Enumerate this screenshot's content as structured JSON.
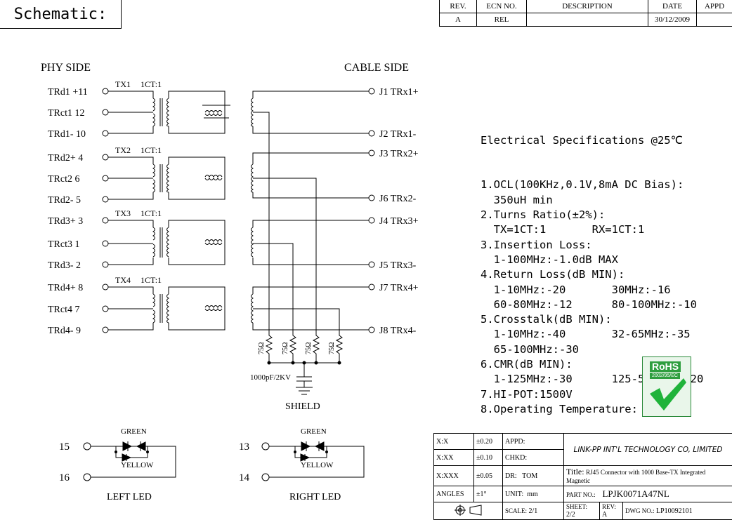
{
  "header": {
    "schematic_label": "Schematic:"
  },
  "revision_table": {
    "headers": [
      "REV.",
      "ECN NO.",
      "DESCRIPTION",
      "DATE",
      "APPD"
    ],
    "row": [
      "A",
      "REL",
      "",
      "30/12/2009",
      ""
    ]
  },
  "schematic": {
    "phy_side": "PHY SIDE",
    "cable_side": "CABLE SIDE",
    "transformers": [
      {
        "name": "TX1",
        "ratio": "1CT:1"
      },
      {
        "name": "TX2",
        "ratio": "1CT:1"
      },
      {
        "name": "TX3",
        "ratio": "1CT:1"
      },
      {
        "name": "TX4",
        "ratio": "1CT:1"
      }
    ],
    "phy_pins": [
      "TRd1 +11",
      "TRct1 12",
      "TRd1- 10",
      "TRd2+ 4",
      "TRct2 6",
      "TRd2- 5",
      "TRd3+ 3",
      "TRct3 1",
      "TRd3- 2",
      "TRd4+ 8",
      "TRct4 7",
      "TRd4- 9"
    ],
    "cable_pins": [
      "J1 TRx1+",
      "J2 TRx1-",
      "J3 TRx2+",
      "J6 TRx2-",
      "J4 TRx3+",
      "J5 TRx3-",
      "J7 TRx4+",
      "J8 TRx4-"
    ],
    "resistors": [
      "75Ω",
      "75Ω",
      "75Ω",
      "75Ω"
    ],
    "capacitor": "1000pF/2KV",
    "shield": "SHIELD"
  },
  "leds": {
    "left": {
      "pin_top": "15",
      "pin_bottom": "16",
      "color_top": "GREEN",
      "color_bottom": "YELLOW",
      "label": "LEFT LED"
    },
    "right": {
      "pin_top": "13",
      "pin_bottom": "14",
      "color_top": "GREEN",
      "color_bottom": "YELLOW",
      "label": "RIGHT LED"
    }
  },
  "specs": {
    "title": "Electrical Specifications @25℃",
    "lines": [
      "1.OCL(100KHz,0.1V,8mA DC Bias):",
      "  350uH min",
      "2.Turns Ratio(±2%):",
      "  TX=1CT:1       RX=1CT:1",
      "3.Insertion Loss:",
      "  1-100MHz:-1.0dB MAX",
      "4.Return Loss(dB MIN):",
      "  1-10MHz:-20       30MHz:-16",
      "  60-80MHz:-12      80-100MHz:-10",
      "5.Crosstalk(dB MIN):",
      "  1-10MHz:-40       32-65MHz:-35",
      "  65-100MHz:-30",
      "6.CMR(dB MIN):",
      "  1-125MHz:-30      125-500MHz:-20",
      "7.HI-POT:1500V",
      "8.Operating Temperature: 0~70℃."
    ]
  },
  "rohs": {
    "text": "RoHS",
    "sub": "2002/95/EC"
  },
  "title_block": {
    "tolerances": [
      {
        "label": "X:X",
        "value": "±0.20"
      },
      {
        "label": "X:XX",
        "value": "±0.10"
      },
      {
        "label": "X:XXX",
        "value": "±0.05"
      },
      {
        "label": "ANGLES",
        "value": "±1°"
      }
    ],
    "appd": "APPD:",
    "chkd": "CHKD:",
    "dr_label": "DR:",
    "dr_value": "TOM",
    "unit_label": "UNIT:",
    "unit_value": "mm",
    "company": "LINK-PP INT'L TECHNOLOGY CO, LIMITED",
    "title_label": "Title:",
    "title_value": "RJ45 Connector with 1000 Base-TX Integrated Magnetic",
    "part_label": "PART NO.:",
    "part_value": "LPJK0071A47NL",
    "scale_label": "SCALE:",
    "scale_value": "2/1",
    "sheet_label": "SHEET:",
    "sheet_value": "2/2",
    "rev_label": "REV:",
    "rev_value": "A",
    "dwg_label": "DWG NO.:",
    "dwg_value": "LP10092101"
  }
}
